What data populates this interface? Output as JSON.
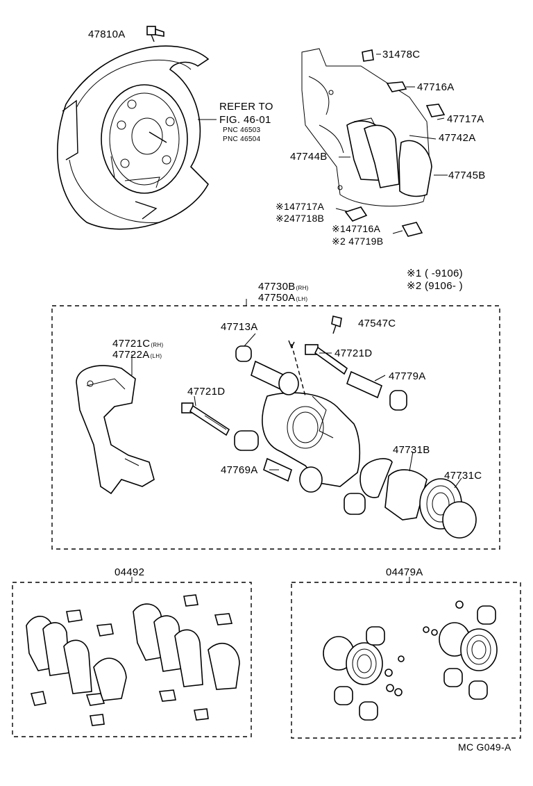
{
  "labels": {
    "p47810A": "47810A",
    "refer_to": "REFER TO",
    "fig": "FIG. 46-01",
    "pnc1": "PNC 46503",
    "pnc2": "PNC 46504",
    "p31478C": "31478C",
    "p47716A": "47716A",
    "p47717A": "47717A",
    "p47742A": "47742A",
    "p47744B": "47744B",
    "p47745B": "47745B",
    "p147717A": "※147717A",
    "p247718B": "※247718B",
    "p147716A": "※147716A",
    "p247719B": "※2 47719B",
    "note1": "※1 (        -9106)",
    "note2": "※2 (9106-        )",
    "p47730B": "47730B",
    "p47730B_suf": "(RH)",
    "p47750A": "47750A",
    "p47750A_suf": "(LH)",
    "p47713A": "47713A",
    "p47547C": "47547C",
    "p47721C": "47721C",
    "p47721C_suf": "(RH)",
    "p47722A": "47722A",
    "p47722A_suf": "(LH)",
    "p47721D_a": "47721D",
    "p47779A": "47779A",
    "p47721D_b": "47721D",
    "p47731B": "47731B",
    "p47769A": "47769A",
    "p47731C": "47731C",
    "p04492": "04492",
    "p04479A": "04479A",
    "footer": "MC G049-A"
  },
  "icons": [
    "backing-plate",
    "caliper",
    "brake-pad",
    "piston-seal",
    "bolt",
    "boot"
  ]
}
